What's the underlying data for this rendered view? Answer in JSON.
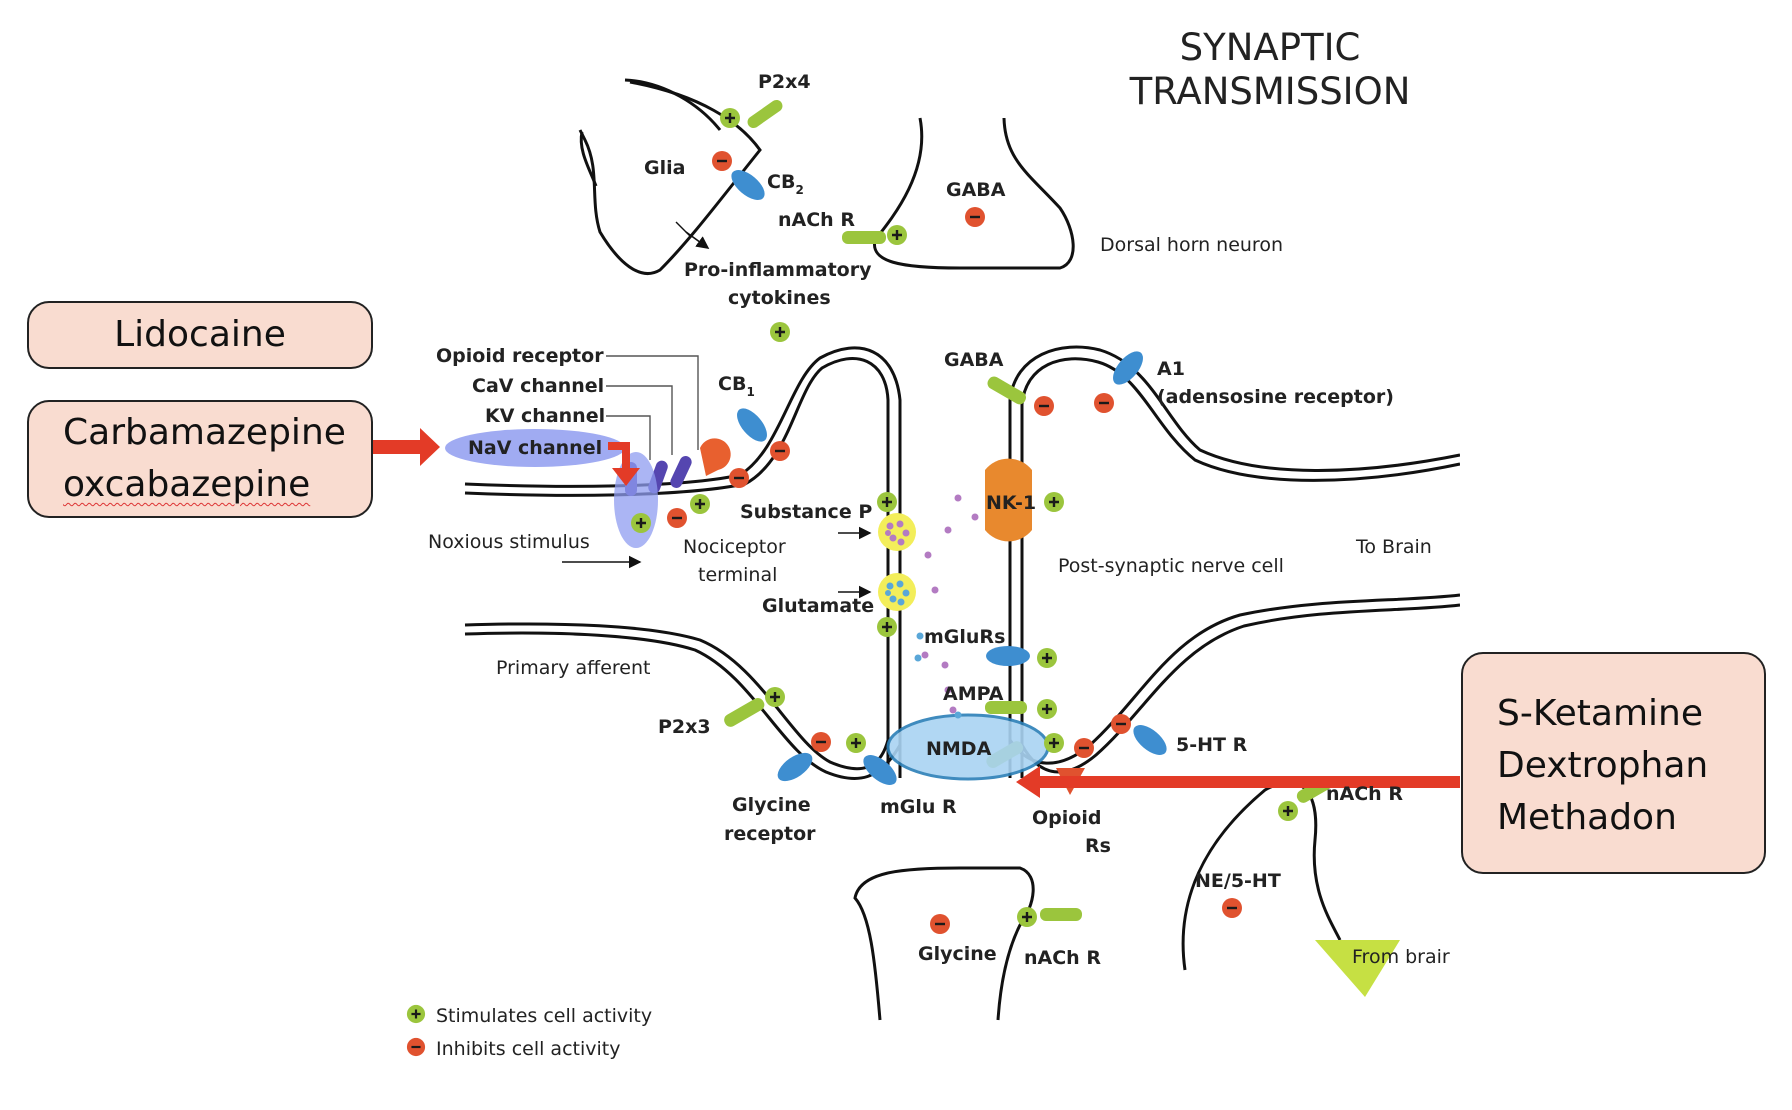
{
  "title": {
    "line1": "SYNAPTIC",
    "line2": "TRANSMISSION"
  },
  "drugs": {
    "lidocaine": "Lidocaine",
    "carbamazepine": "Carbamazepine",
    "oxcarbazepine": "oxcabazepine",
    "ketamine": "S-Ketamine",
    "dextrorphan": "Dextrophan",
    "methadone": "Methadon"
  },
  "labels": {
    "p2x4": "P2x4",
    "glia": "Glia",
    "cb2": "CB",
    "cb2_sub": "2",
    "nach_top": "nACh R",
    "gaba_top": "GABA",
    "dorsal_horn": "Dorsal horn neuron",
    "pro_inflammatory": "Pro-inflammatory",
    "cytokines": "cytokines",
    "opioid_receptor": "Opioid receptor",
    "cav_channel": "CaV channel",
    "kv_channel": "KV channel",
    "nav_channel": "NaV channel",
    "cb1": "CB",
    "cb1_sub": "1",
    "gaba_mid": "GABA",
    "a1": "A1",
    "a1_desc": "(adensosine receptor)",
    "substance_p": "Substance P",
    "nk1": "NK-1",
    "noxious": "Noxious stimulus",
    "nociceptor": "Nociceptor",
    "terminal": "terminal",
    "post_synaptic": "Post-synaptic nerve cell",
    "to_brain": "To Brain",
    "glutamate": "Glutamate",
    "mglurs": "mGluRs",
    "primary_afferent": "Primary afferent",
    "ampa": "AMPA",
    "p2x3": "P2x3",
    "nmda": "NMDA",
    "ht5": "5-HT R",
    "nach_right": "nACh R",
    "glycine_receptor_1": "Glycine",
    "glycine_receptor_2": "receptor",
    "mglu_r": "mGlu R",
    "opioid_rs_1": "Opioid",
    "opioid_rs_2": "Rs",
    "ne_5ht": "NE/5-HT",
    "glycine_bottom": "Glycine",
    "nach_bottom": "nACh R",
    "from_brain": "From brair"
  },
  "legend": {
    "stimulates": "Stimulates cell activity",
    "inhibits": "Inhibits cell activity"
  },
  "colors": {
    "stimulate": "#9bc53d",
    "inhibit": "#e0522f",
    "receptor_blue": "#3e8ed0",
    "receptor_green": "#9bc53d",
    "nk1_orange": "#e8892e",
    "arrow_red": "#e33b27",
    "drug_box": "#f9dcd0",
    "nav_highlight": "#8f9cf0",
    "nmda_highlight": "#a9d3f2"
  }
}
